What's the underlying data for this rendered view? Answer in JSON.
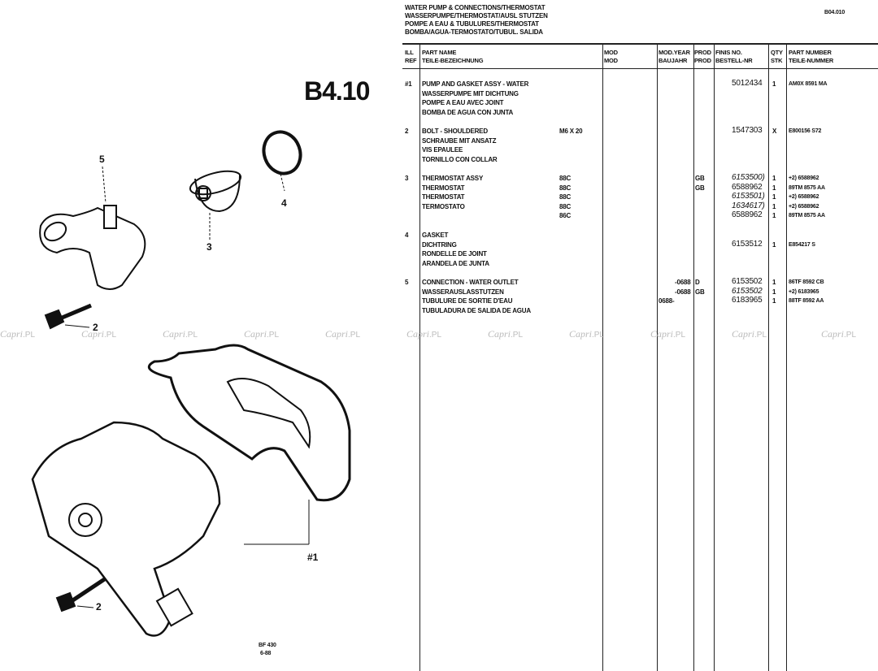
{
  "header": {
    "titles": [
      "WATER PUMP & CONNECTIONS/THERMOSTAT",
      "WASSERPUMPE/THERMOSTAT/AUSL STUTZEN",
      "POMPE A EAU & TUBULURES/THERMOSTAT",
      "BOMBA/AGUA-TERMOSTATO/TUBUL. SALIDA"
    ],
    "page_code": "B04.010",
    "section": "B4.10"
  },
  "columns": {
    "ref": [
      "ILL",
      "REF"
    ],
    "name": [
      "PART NAME",
      "TEILE-BEZEICHNUNG"
    ],
    "mod": [
      "MOD",
      "MOD"
    ],
    "year": [
      "MOD.YEAR",
      "BAUJAHR"
    ],
    "prod": [
      "PROD",
      "PROD"
    ],
    "finis": [
      "FINIS NO.",
      "BESTELL-NR"
    ],
    "qty": [
      "QTY",
      "STK"
    ],
    "partnum": [
      "PART NUMBER",
      "TEILE-NUMMER"
    ]
  },
  "rows": [
    {
      "ref": "#1",
      "lines": [
        {
          "name": "PUMP AND GASKET ASSY - WATER",
          "finis": "5012434",
          "qty": "1",
          "partnum": "AM0X 8591 MA"
        },
        {
          "name": "WASSERPUMPE MIT DICHTUNG"
        },
        {
          "name": "POMPE A EAU AVEC JOINT"
        },
        {
          "name": "BOMBA DE AGUA CON JUNTA"
        }
      ]
    },
    {
      "ref": "2",
      "lines": [
        {
          "name": "BOLT - SHOULDERED",
          "spec": "M6 X 20",
          "finis": "1547303",
          "qty": "X",
          "partnum": "E800156 S72"
        },
        {
          "name": "SCHRAUBE MIT ANSATZ"
        },
        {
          "name": "VIS EPAULEE"
        },
        {
          "name": "TORNILLO CON COLLAR"
        }
      ]
    },
    {
      "ref": "3",
      "lines": [
        {
          "name": "THERMOSTAT ASSY",
          "spec": "88C",
          "prod": "GB",
          "finis": "6153500)",
          "italic": true,
          "qty": "1",
          "partnum": "+2) 6588962"
        },
        {
          "name": "THERMOSTAT",
          "spec": "88C",
          "prod": "GB",
          "finis": "6588962",
          "qty": "1",
          "partnum": "89TM 8575 AA"
        },
        {
          "name": "THERMOSTAT",
          "spec": "88C",
          "finis": "6153501)",
          "italic": true,
          "qty": "1",
          "partnum": "+2) 6588962"
        },
        {
          "name": "TERMOSTATO",
          "spec": "88C",
          "finis": "1634617)",
          "italic": true,
          "qty": "1",
          "partnum": "+2) 6588962"
        },
        {
          "name": "",
          "spec": "86C",
          "finis": "6588962",
          "qty": "1",
          "partnum": "89TM 8575 AA"
        }
      ]
    },
    {
      "ref": "4",
      "lines": [
        {
          "name": "GASKET"
        },
        {
          "name": "DICHTRING",
          "finis": "6153512",
          "qty": "1",
          "partnum": "E854217 S"
        },
        {
          "name": "RONDELLE DE JOINT"
        },
        {
          "name": "ARANDELA DE JUNTA"
        }
      ]
    },
    {
      "ref": "5",
      "lines": [
        {
          "name": "CONNECTION - WATER OUTLET",
          "year": "-0688",
          "prod": "D",
          "finis": "6153502",
          "qty": "1",
          "partnum": "86TF 8592 CB"
        },
        {
          "name": "WASSERAUSLASSTUTZEN",
          "year": "-0688",
          "prod": "GB",
          "finis": "6153502",
          "italic": true,
          "qty": "1",
          "partnum": "+2) 6183965"
        },
        {
          "name": "TUBULURE DE SORTIE D'EAU",
          "year": "0688-",
          "finis": "6183965",
          "qty": "1",
          "partnum": "88TF 8592 AA"
        },
        {
          "name": "TUBULADURA DE SALIDA DE AGUA"
        }
      ]
    }
  ],
  "callouts": {
    "c5": "5",
    "c3": "3",
    "c4": "4",
    "c2a": "2",
    "c1": "#1",
    "c2b": "2"
  },
  "stamp": [
    "BF 430",
    "6-88"
  ],
  "watermark": {
    "brand": "Capri",
    "suffix": ".PL"
  }
}
